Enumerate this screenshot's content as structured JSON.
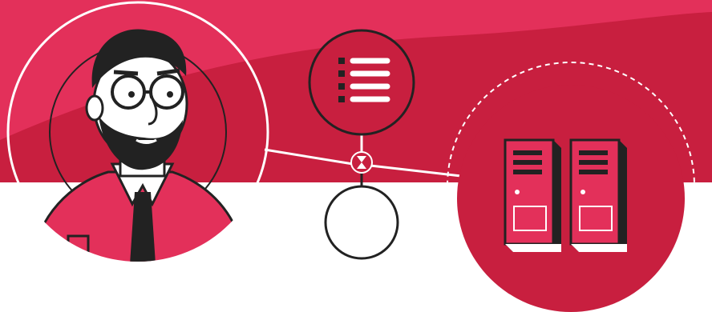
{
  "illustration": {
    "subject": "person-list-servers",
    "colors": {
      "brand_red": "#e3305a",
      "deep_red": "#c81f3f",
      "outline": "#222222",
      "white": "#ffffff"
    },
    "icons": [
      "person-avatar",
      "list-icon",
      "hourglass-icon",
      "empty-circle",
      "server-rack-icon"
    ]
  }
}
